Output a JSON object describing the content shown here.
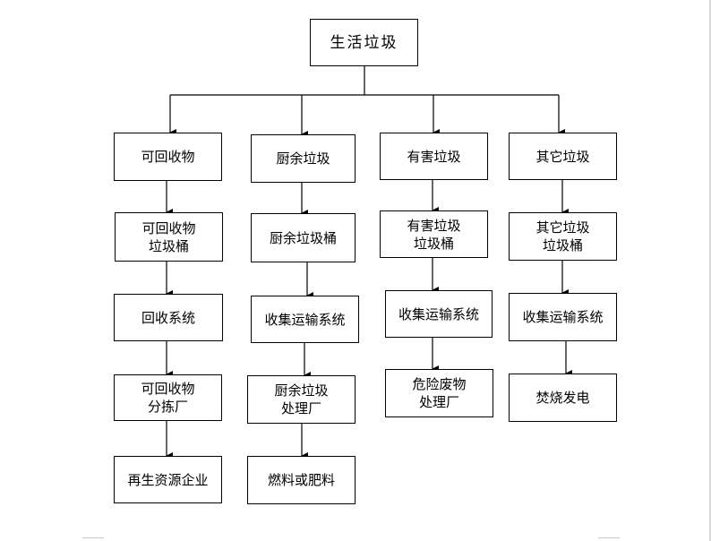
{
  "root": {
    "label": "生活垃圾"
  },
  "columns": [
    {
      "key": "recyclable",
      "nodes": [
        "可回收物",
        "可回收物\n垃圾桶",
        "回收系统",
        "可回收物\n分拣厂",
        "再生资源企业"
      ]
    },
    {
      "key": "kitchen",
      "nodes": [
        "厨余垃圾",
        "厨余垃圾桶",
        "收集运输系统",
        "厨余垃圾\n处理厂",
        "燃料或肥料"
      ]
    },
    {
      "key": "hazardous",
      "nodes": [
        "有害垃圾",
        "有害垃圾\n垃圾桶",
        "收集运输系统",
        "危险废物\n处理厂"
      ]
    },
    {
      "key": "other",
      "nodes": [
        "其它垃圾",
        "其它垃圾\n垃圾桶",
        "收集运输系统",
        "焚烧发电"
      ]
    }
  ]
}
